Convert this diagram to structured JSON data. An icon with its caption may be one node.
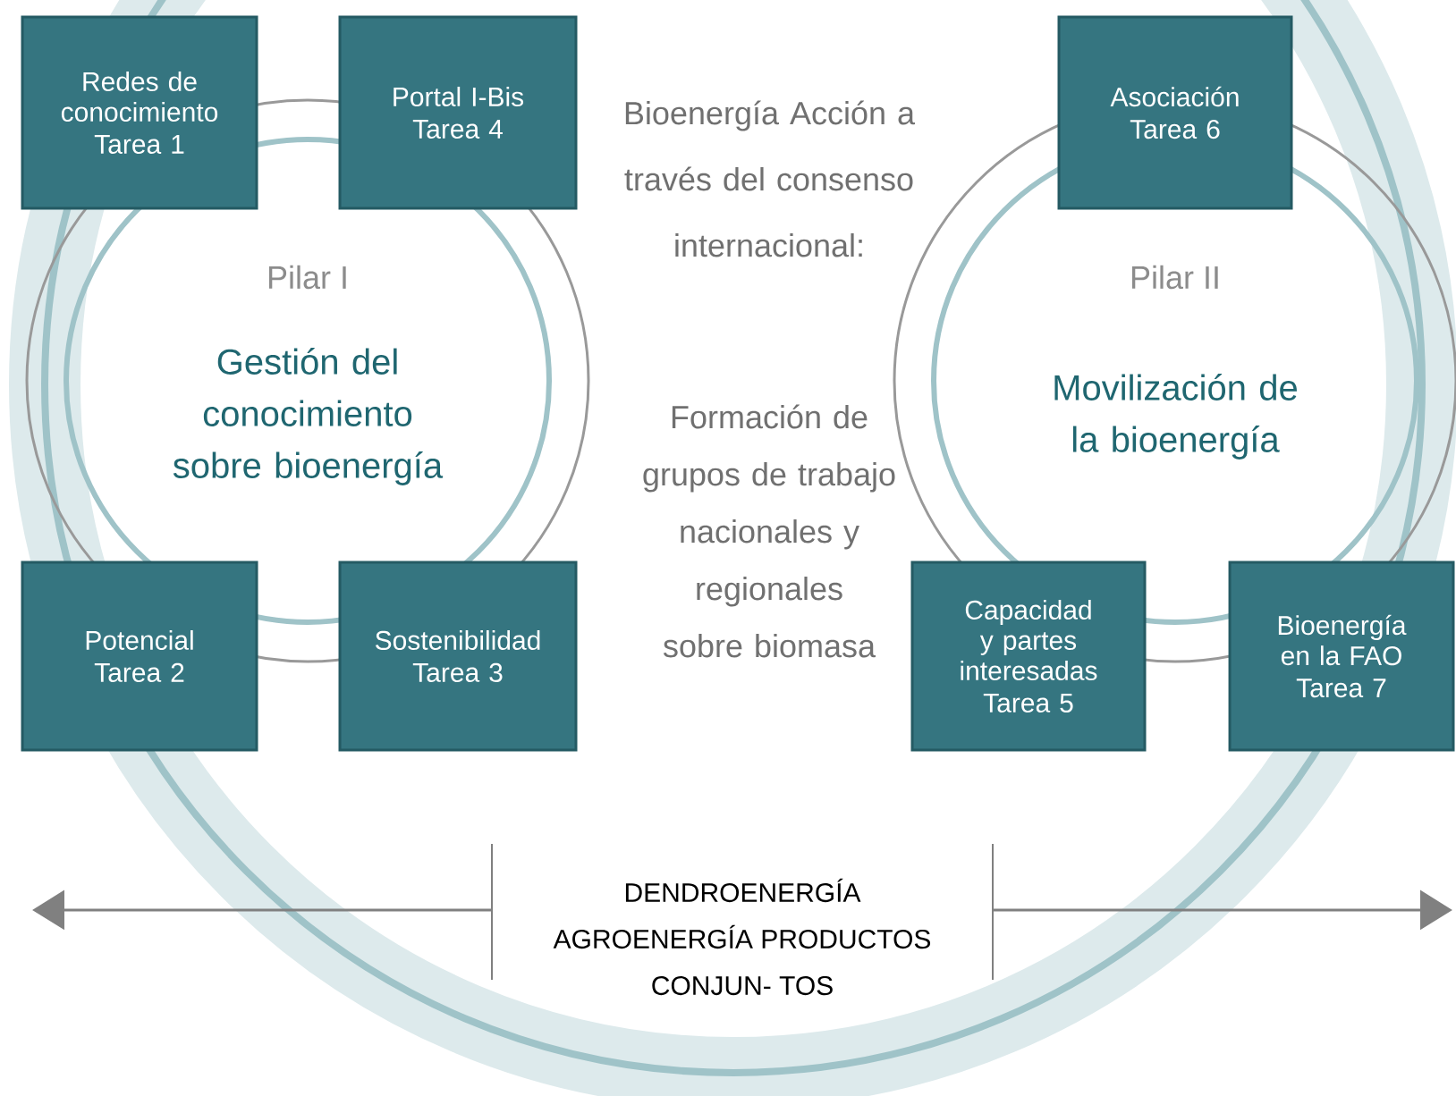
{
  "diagram": {
    "nodes": [
      {
        "text": [
          "Pilar I",
          "Gestión del conocimiento sobre bioenergía"
        ]
      },
      {
        "text": [
          "Redes de conocimiento",
          "Tarea 1"
        ]
      },
      {
        "text": [
          "Portal I-Bis",
          "Tarea 4"
        ]
      },
      {
        "text": [
          "Potencial",
          "Tarea 2"
        ]
      },
      {
        "text": [
          "Sostenibilidad",
          "Tarea 3"
        ]
      },
      {
        "text": [
          "Pilar II",
          "Movilización de la bioenergía"
        ]
      },
      {
        "text": [
          "Asociación",
          "Tarea 6"
        ]
      },
      {
        "text": [
          "Capacidad y partes interesadas",
          "Tarea 5"
        ]
      },
      {
        "text": [
          "Bioenergía en la FAO",
          "Tarea 7"
        ]
      },
      {
        "text": [
          "DENDROENERGÍA AGROENERGÍA PRODUCTOS CONJUN- TOS"
        ]
      }
    ],
    "edges": [
      {
        "from": 9,
        "to": null,
        "arrow": "to"
      },
      {
        "from": 9,
        "to": null,
        "arrow": "to"
      }
    ],
    "labels": [
      "Bioenergía Acción a través del consenso internacional:",
      "Formación de grupos de trabajo nacionales y regionales sobre biomasa"
    ]
  }
}
